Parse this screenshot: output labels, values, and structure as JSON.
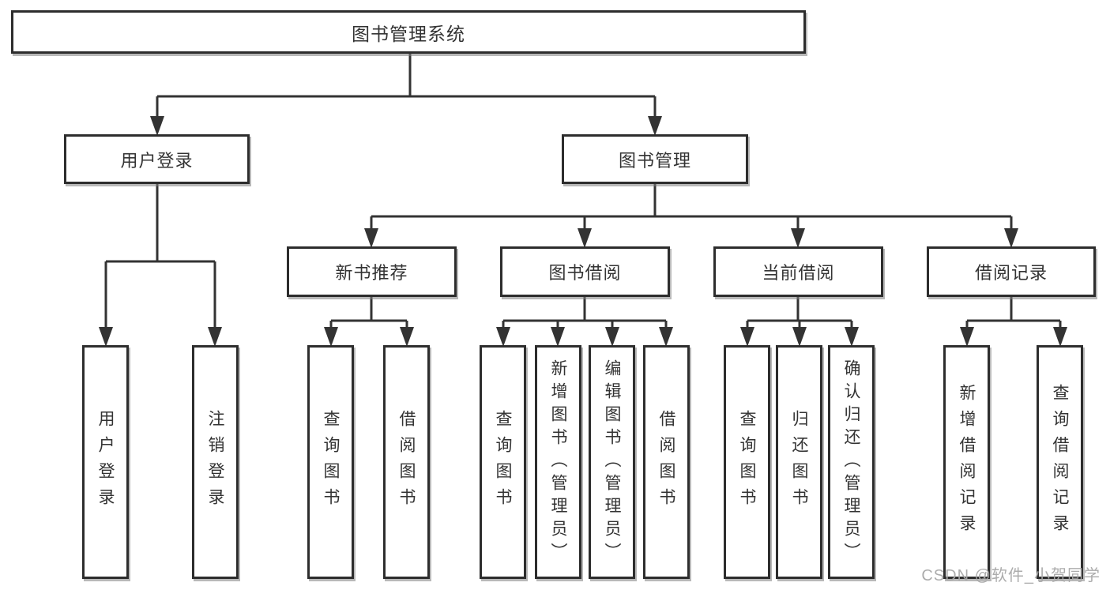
{
  "tree": {
    "label": "图书管理系统",
    "children": [
      {
        "label": "用户登录",
        "children": [
          {
            "label": "用户登录"
          },
          {
            "label": "注销登录"
          }
        ]
      },
      {
        "label": "图书管理",
        "children": [
          {
            "label": "新书推荐",
            "children": [
              {
                "label": "查询图书"
              },
              {
                "label": "借阅图书"
              }
            ]
          },
          {
            "label": "图书借阅",
            "children": [
              {
                "label": "查询图书"
              },
              {
                "label": "新增图书（管理员）"
              },
              {
                "label": "编辑图书（管理员）"
              },
              {
                "label": "借阅图书"
              }
            ]
          },
          {
            "label": "当前借阅",
            "children": [
              {
                "label": "查询图书"
              },
              {
                "label": "归还图书"
              },
              {
                "label": "确认归还（管理员）"
              }
            ]
          },
          {
            "label": "借阅记录",
            "children": [
              {
                "label": "新增借阅记录"
              },
              {
                "label": "查询借阅记录"
              }
            ]
          }
        ]
      }
    ]
  },
  "watermark": {
    "text": "CSDN @软件_小贺同学"
  },
  "colors": {
    "border": "#2d2d2d",
    "line": "#333333",
    "text": "#333333",
    "watermark": "#a8a8a8",
    "background": "#ffffff"
  }
}
